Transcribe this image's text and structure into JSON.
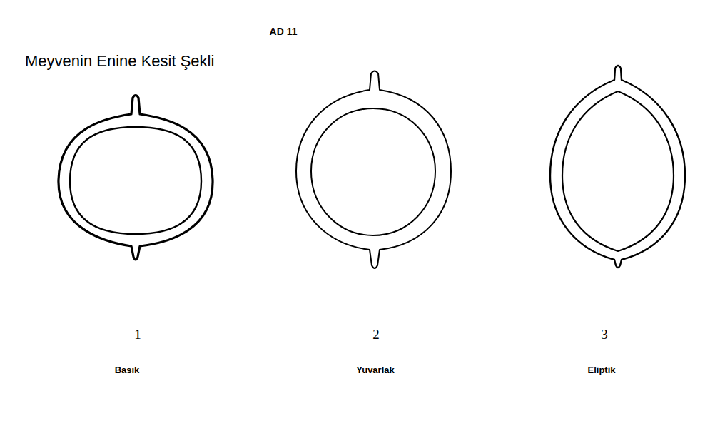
{
  "diagram": {
    "title": "Meyvenin Enine Kesit Şekli",
    "labels": [
      "AD 11",
      "1",
      "Basık",
      "2",
      "Yuvarlak",
      "3",
      "Eliptik"
    ]
  }
}
